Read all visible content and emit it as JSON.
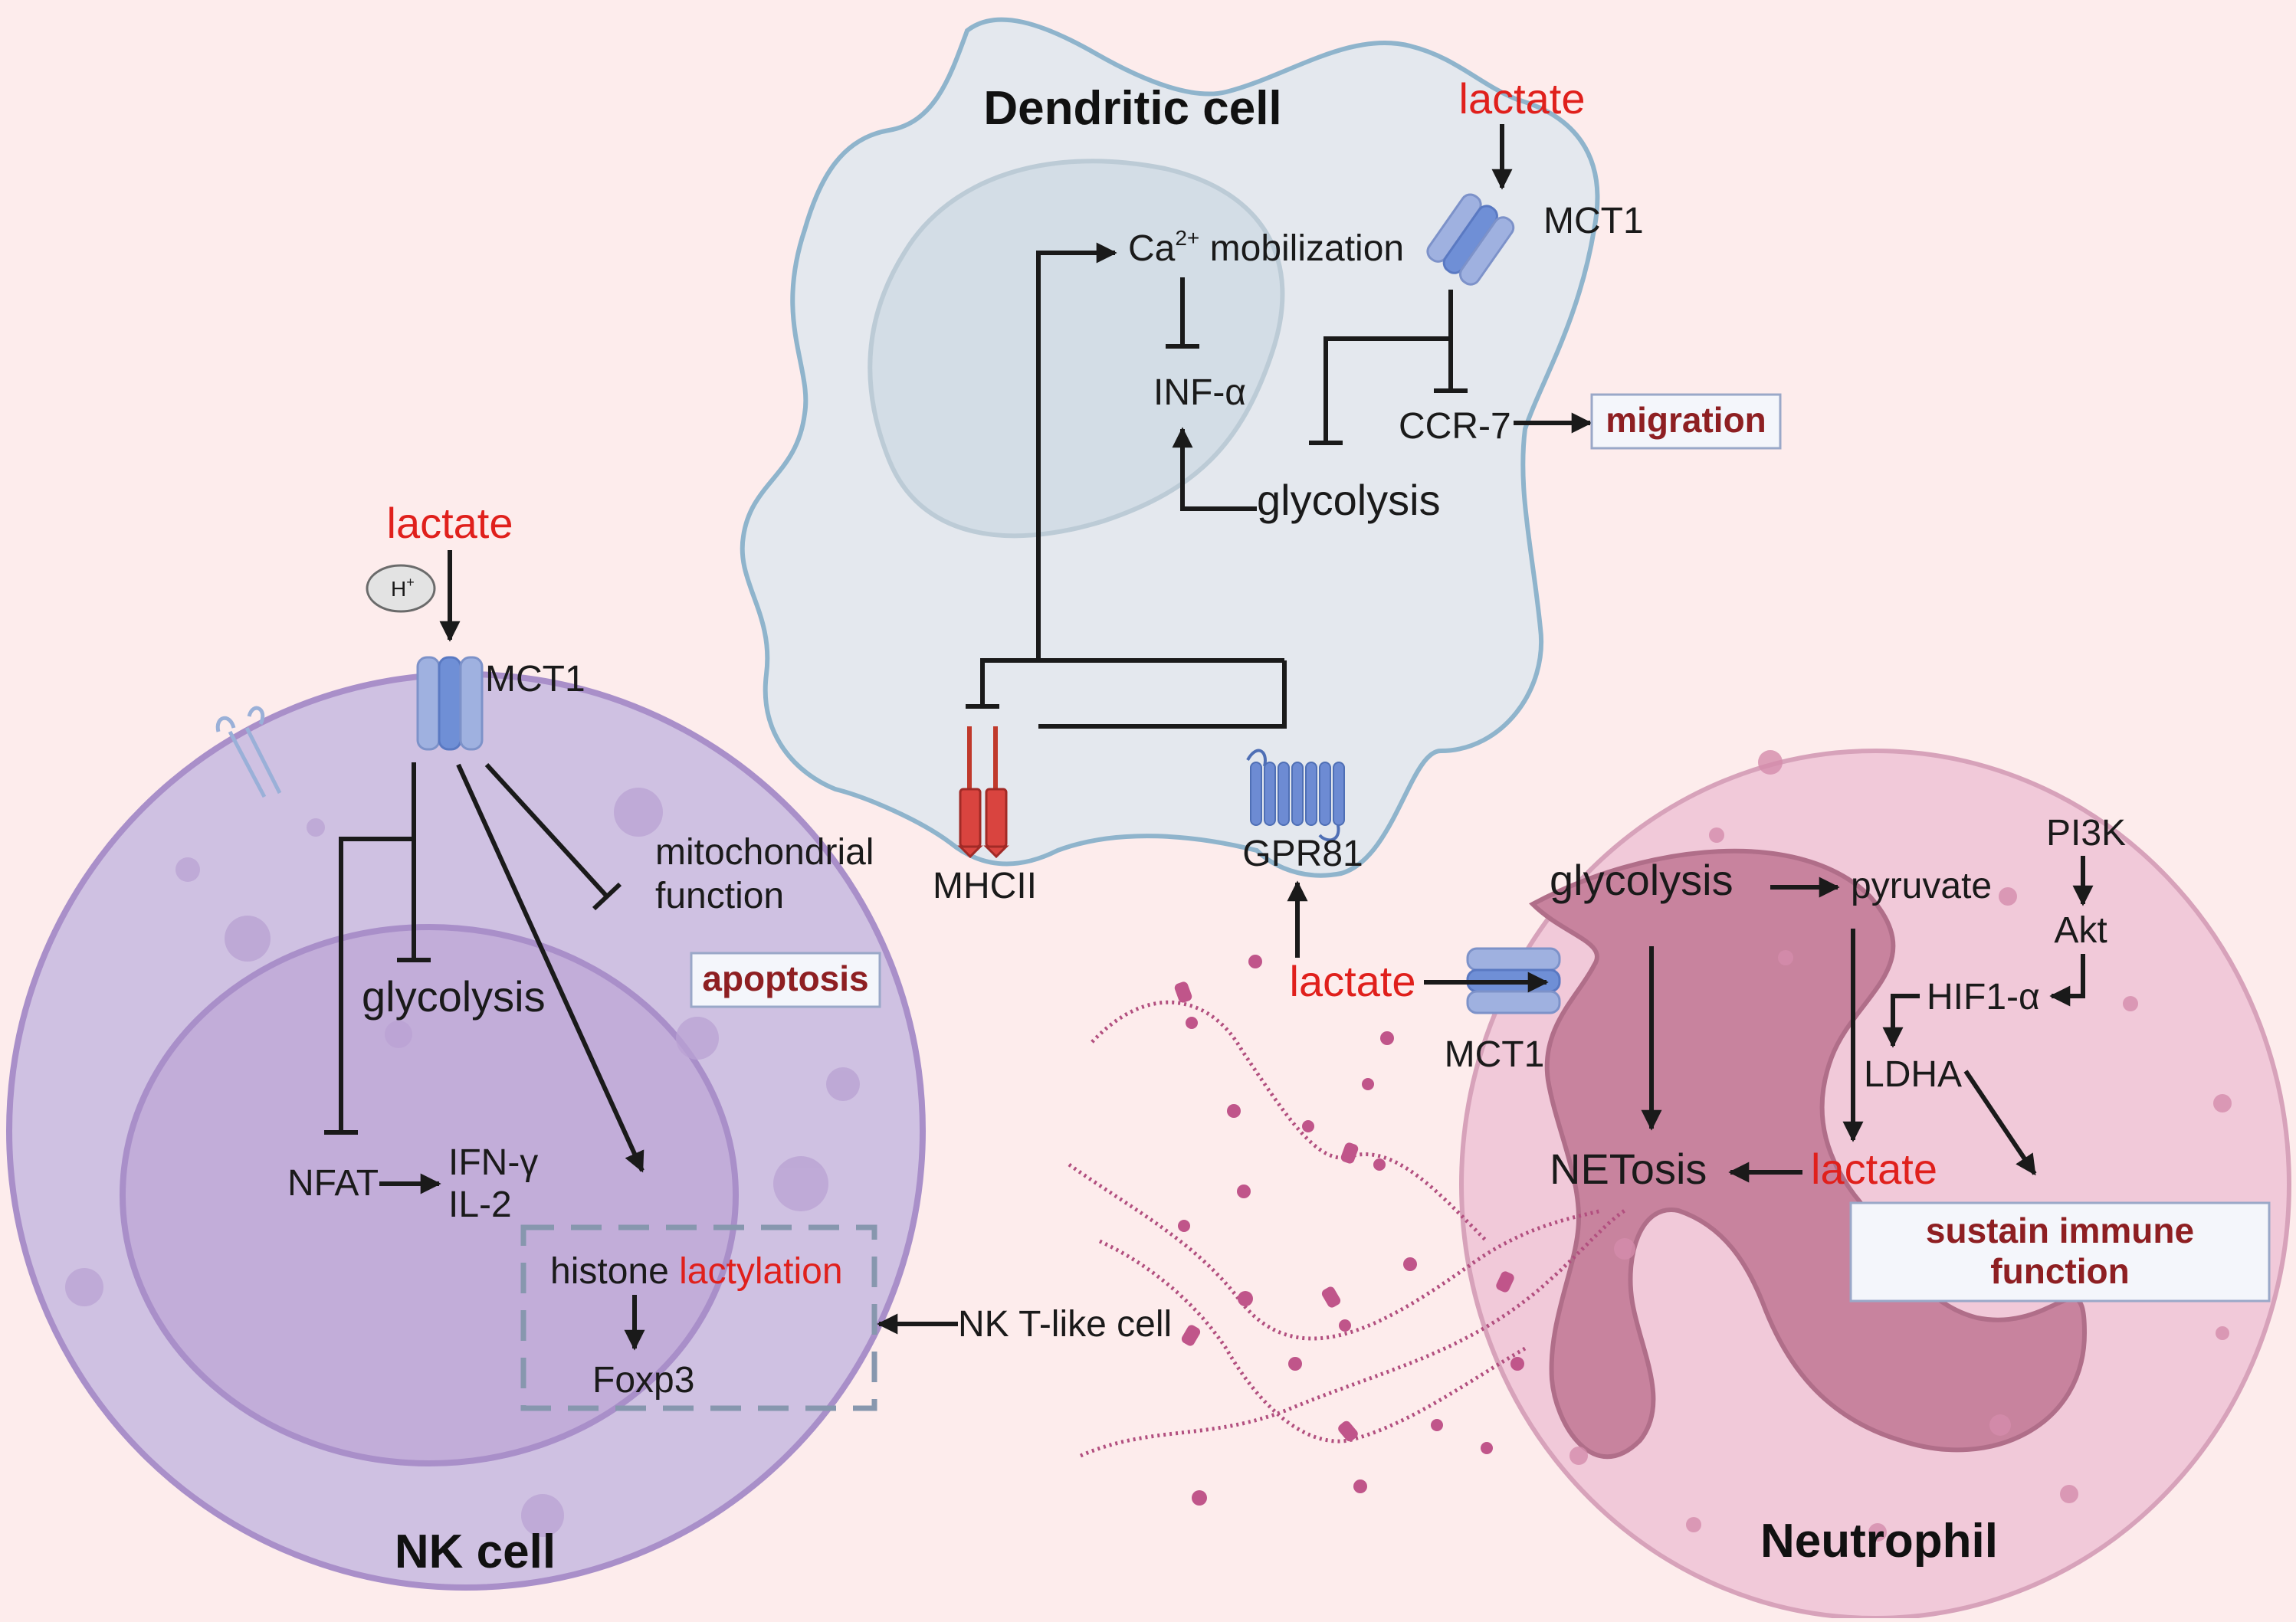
{
  "colors": {
    "background": "#fdecec",
    "dendritic_cell": "#e4e8ee",
    "nk_cell": "#cfc1e2",
    "neutrophil": "#f1c9d9",
    "highlight_red": "#e0201c",
    "box_text": "#8e1f22"
  },
  "dendritic": {
    "title": "Dendritic cell",
    "lactate": "lactate",
    "mct1": "MCT1",
    "ca_base": "Ca",
    "ca_sup": "2+",
    "ca_rest": " mobilization",
    "inf": "INF-α",
    "glycolysis": "glycolysis",
    "ccr7": "CCR-7",
    "migration": "migration",
    "mhcii": "MHCII",
    "gpr81": "GPR81"
  },
  "nk": {
    "title": "NK cell",
    "lactate": "lactate",
    "h_base": "H",
    "h_sup": "+",
    "mct1": "MCT1",
    "mito_line1": "mitochondrial",
    "mito_line2": "function",
    "apoptosis": "apoptosis",
    "glycolysis": "glycolysis",
    "nfat": "NFAT",
    "ifn": "IFN-γ",
    "il2": "IL-2",
    "histone": "histone ",
    "lactylation": "lactylation",
    "foxp3": "Foxp3",
    "nkt": "NK T-like cell"
  },
  "neutrophil": {
    "title": "Neutrophil",
    "lactate_in": "lactate",
    "mct1": "MCT1",
    "glycolysis": "glycolysis",
    "pyruvate": "pyruvate",
    "pi3k": "PI3K",
    "akt": "Akt",
    "hif": "HIF1-α",
    "ldha": "LDHA",
    "lactate": "lactate",
    "netosis": "NETosis",
    "sustain_line1": "sustain immune",
    "sustain_line2": "function"
  }
}
